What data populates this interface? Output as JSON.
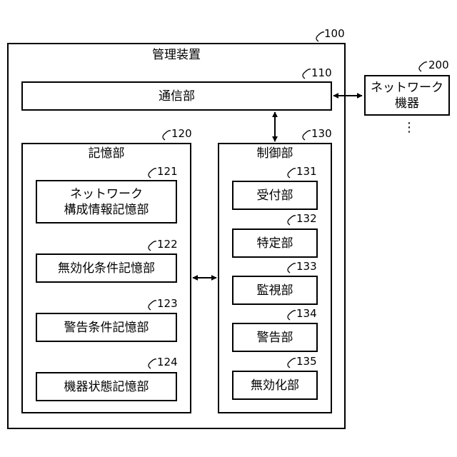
{
  "management_device": {
    "label": "管理装置",
    "ref": "100",
    "communication": {
      "label": "通信部",
      "ref": "110"
    },
    "storage": {
      "label": "記憶部",
      "ref": "120",
      "items": [
        {
          "label": "ネットワーク\n構成情報記憶部",
          "ref": "121"
        },
        {
          "label": "無効化条件記憶部",
          "ref": "122"
        },
        {
          "label": "警告条件記憶部",
          "ref": "123"
        },
        {
          "label": "機器状態記憶部",
          "ref": "124"
        }
      ]
    },
    "control": {
      "label": "制御部",
      "ref": "130",
      "items": [
        {
          "label": "受付部",
          "ref": "131"
        },
        {
          "label": "特定部",
          "ref": "132"
        },
        {
          "label": "監視部",
          "ref": "133"
        },
        {
          "label": "警告部",
          "ref": "134"
        },
        {
          "label": "無効化部",
          "ref": "135"
        }
      ]
    }
  },
  "network_device": {
    "label": "ネットワーク\n機器",
    "ref": "200",
    "more": "⋮"
  }
}
